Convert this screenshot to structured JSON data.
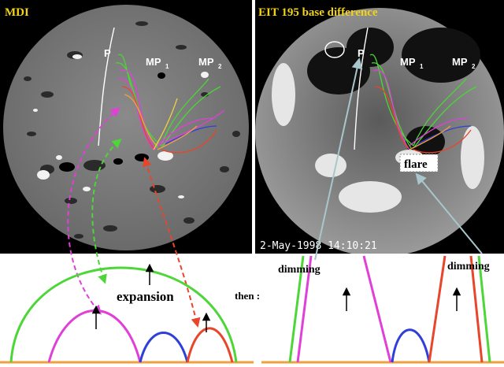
{
  "panels": {
    "left_title": "MDI",
    "right_title": "EIT 195 base difference",
    "timestamp": "2-May-1998   14:10:21"
  },
  "poles": {
    "left": {
      "p": "P",
      "mp1": "MP",
      "mp1_sub": "1",
      "mp2": "MP",
      "mp2_sub": "2"
    },
    "right": {
      "p": "P",
      "mp1": "MP",
      "mp1_sub": "1",
      "mp2": "MP",
      "mp2_sub": "2"
    }
  },
  "annotations": {
    "flare": "flare",
    "dimming_left": "dimming",
    "dimming_right": "dimming",
    "expansion": "expansion",
    "then": "then :"
  },
  "colors": {
    "green": "#4cd637",
    "magenta": "#e040d8",
    "blue": "#2f3fd8",
    "red": "#e8452a",
    "orange_ground": "#f0a040",
    "title_yellow": "#f2d21a"
  }
}
